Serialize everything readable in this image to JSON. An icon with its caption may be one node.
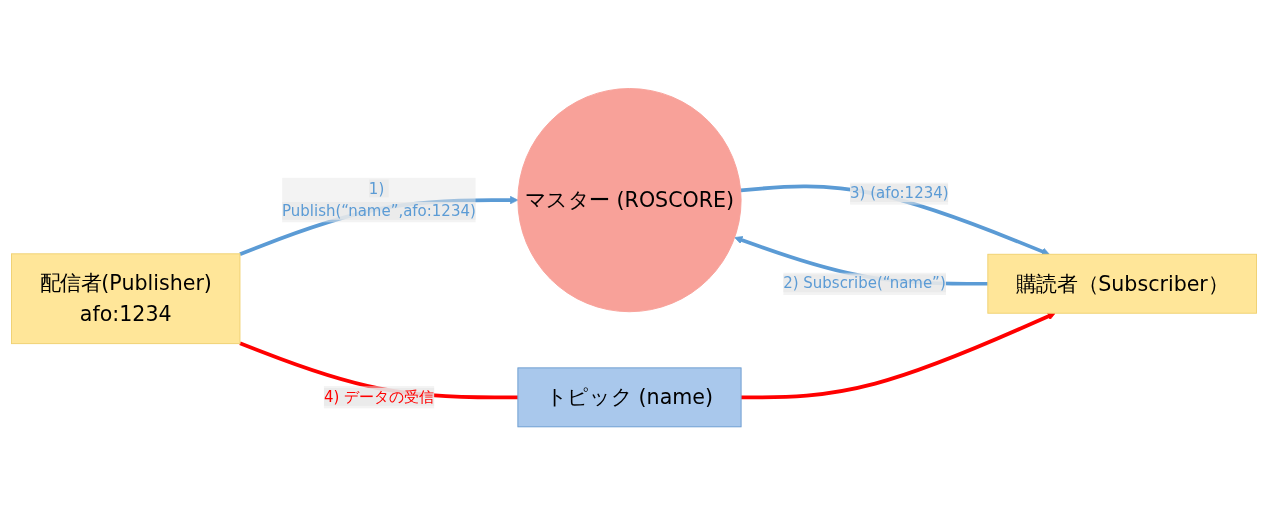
{
  "diagram": {
    "nodes": [
      {
        "text": [
          "マスター (ROSCORE)"
        ]
      },
      {
        "text": [
          "配信者(Publisher)",
          "afo:1234"
        ]
      },
      {
        "text": [
          "トピック (name)"
        ]
      },
      {
        "text": [
          "購読者（Subscriber）"
        ]
      }
    ],
    "edges": [
      {
        "from": 1,
        "to": 0,
        "arrow": "to",
        "label": "1) Publish(“name”,afo:1234)"
      },
      {
        "from": 3,
        "to": 0,
        "arrow": "to",
        "label": "2) Subscribe(“name”)"
      },
      {
        "from": 0,
        "to": 3,
        "arrow": "to",
        "label": "3) (afo:1234)"
      },
      {
        "from": 1,
        "to": 2,
        "arrow": "none",
        "color": "#ff0000",
        "label": "4) データの受信"
      },
      {
        "from": 2,
        "to": 3,
        "arrow": "to",
        "color": "#ff0000"
      }
    ]
  }
}
